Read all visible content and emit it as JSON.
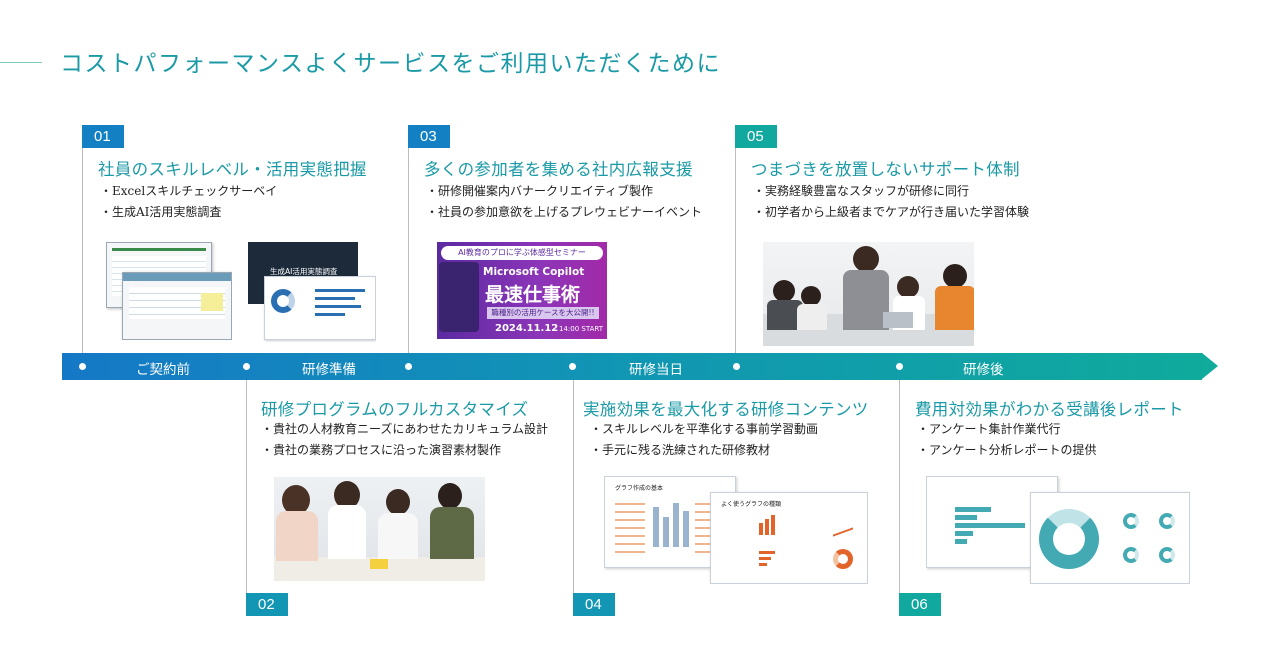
{
  "title": "コストパフォーマンスよくサービスをご利用いただくために",
  "sections": [
    {
      "num": "01",
      "title": "社員のスキルレベル・活用実態把握",
      "bullets": [
        "・Excelスキルチェックサーベイ",
        "・生成AI活用実態調査"
      ]
    },
    {
      "num": "02",
      "title": "研修プログラムのフルカスタマイズ",
      "bullets": [
        "・貴社の人材教育ニーズにあわせたカリキュラム設計",
        "・貴社の業務プロセスに沿った演習素材製作"
      ]
    },
    {
      "num": "03",
      "title": "多くの参加者を集める社内広報支援",
      "bullets": [
        "・研修開催案内バナークリエイティブ製作",
        "・社員の参加意欲を上げるプレウェビナーイベント"
      ]
    },
    {
      "num": "04",
      "title": "実施効果を最大化する研修コンテンツ",
      "bullets": [
        "・スキルレベルを平準化する事前学習動画",
        "・手元に残る洗練された研修教材"
      ]
    },
    {
      "num": "05",
      "title": "つまづきを放置しないサポート体制",
      "bullets": [
        "・実務経験豊富なスタッフが研修に同行",
        "・初学者から上級者までケアが行き届いた学習体験"
      ]
    },
    {
      "num": "06",
      "title": "費用対効果がわかる受講後レポート",
      "bullets": [
        "・アンケート集計作業代行",
        "・アンケート分析レポートの提供"
      ]
    }
  ],
  "phases": [
    "ご契約前",
    "研修準備",
    "研修当日",
    "研修後"
  ],
  "images": {
    "survey_doc_title": "生成AI活用実態調査",
    "banner": {
      "top": "AI教育のプロに学ぶ体感型セミナー",
      "product": "Microsoft Copilot",
      "headline": "最速仕事術",
      "sub": "職種別の活用ケースを大公開!!",
      "date": "2024.11.12",
      "time": "14:00 START"
    },
    "material_doc1": "グラフ作成の基本",
    "material_doc2": "よく使うグラフの種類"
  },
  "colors": {
    "accent": "#1a9aa6",
    "blue": "#1480c4",
    "teal": "#10aa9c"
  }
}
